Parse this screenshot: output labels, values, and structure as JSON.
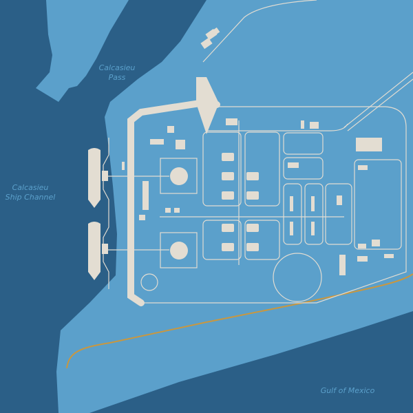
{
  "labels": {
    "pass_line1": "Calcasieu",
    "pass_line2": "Pass",
    "channel_line1": "Calcasieu",
    "channel_line2": "Ship Channel",
    "gulf": "Gulf of Mexico"
  },
  "colors": {
    "water": "#2b5f87",
    "land": "#5ba0cb",
    "facility": "#e3ddd2",
    "boundary": "#c9973f"
  }
}
